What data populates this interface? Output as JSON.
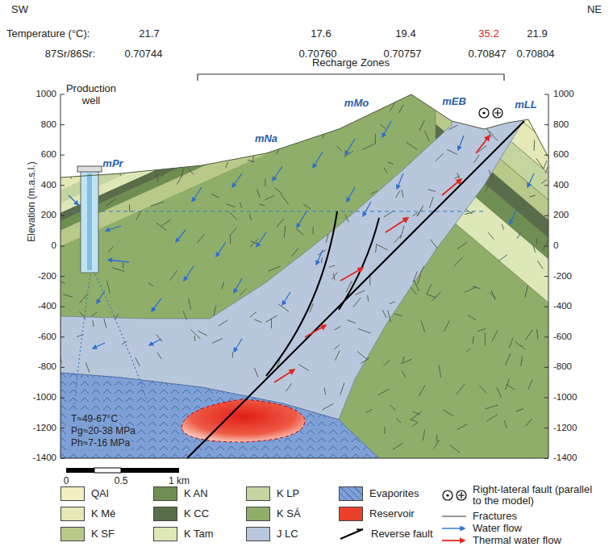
{
  "diagram": {
    "labels": [
      "SW",
      "NE",
      "Temperature (°C):",
      "21.7",
      "17.6",
      "19.4",
      "35.2",
      "21.9",
      "87Sr/86Sr:",
      "0.70744",
      "0.70760",
      "0.70757",
      "0.70847",
      "0.70804",
      "Recharge Zones",
      "Production well",
      "mPr",
      "mNa",
      "mMo",
      "mEB",
      "mLL",
      "1000",
      "800",
      "600",
      "400",
      "200",
      "0",
      "-200",
      "-400",
      "-600",
      "-800",
      "-1000",
      "-1200",
      "-1400",
      "1000",
      "800",
      "600",
      "400",
      "200",
      "0",
      "-200",
      "-400",
      "-600",
      "-800",
      "-1000",
      "-1200",
      "-1400",
      "Elevation (m.a.s.l.)",
      "T≈49-67°C",
      "Pg≈20-38 MPa",
      "Ph≈7-16 MPa",
      "0",
      "0.5",
      "1 km"
    ],
    "legend": [
      {
        "text": "QAl",
        "color": "#f3efc0"
      },
      {
        "text": "K Mé",
        "color": "#e6e8b5"
      },
      {
        "text": "K SF",
        "color": "#b8c98a"
      },
      {
        "text": "K AN",
        "color": "#6f8f52"
      },
      {
        "text": "K CC",
        "color": "#5a6d4a"
      },
      {
        "text": "K Tam",
        "color": "#dde7b8"
      },
      {
        "text": "K LP",
        "color": "#c5d5a0"
      },
      {
        "text": "K SÁ",
        "color": "#8fae69"
      },
      {
        "text": "J LC",
        "color": "#b9c7dc"
      },
      {
        "text": "Evaporites",
        "color": "#7ea0d6"
      },
      {
        "text": "Reservoir",
        "color": "#e8412b"
      },
      {
        "text": "Reverse fault"
      },
      {
        "text": "Right-lateral fault (parallel to the model)"
      },
      {
        "text": "Fractures"
      },
      {
        "text": "Water flow"
      },
      {
        "text": "Thermal water flow"
      }
    ]
  }
}
